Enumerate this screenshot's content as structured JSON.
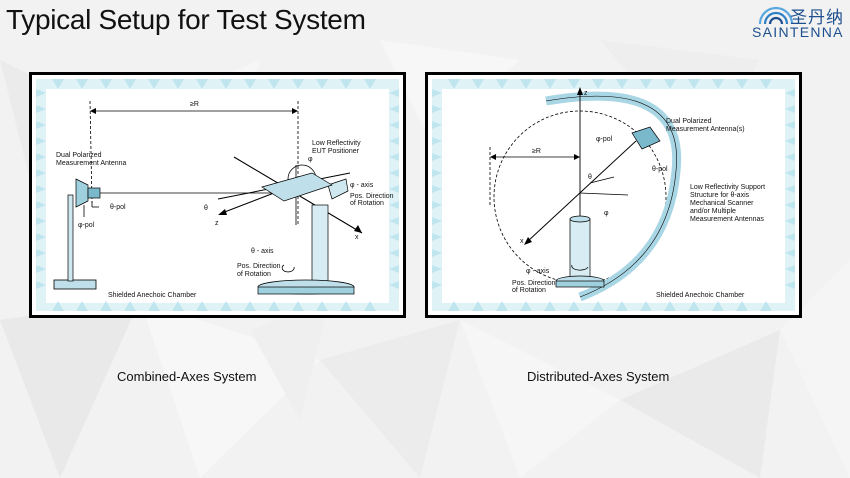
{
  "title": "Typical Setup for Test System",
  "logo": {
    "chinese": "圣丹纳",
    "english": "SAINTENNA",
    "brand_color": "#1e4f8e"
  },
  "left_diagram": {
    "caption": "Combined-Axes System",
    "labels": {
      "distance": "≥R",
      "antenna": [
        "Dual Polarized",
        "Measurement Antenna"
      ],
      "positioner": [
        "Low Reflectivity",
        "EUT Positioner"
      ],
      "theta_pol": "θ-pol",
      "phi_pol": "φ-pol",
      "phi": "φ",
      "theta": "θ",
      "z": "z",
      "x": "x",
      "phi_axis": "φ - axis",
      "phi_rotation": [
        "Pos. Direction",
        "of Rotation"
      ],
      "theta_axis": "θ - axis",
      "theta_rotation": [
        "Pos. Direction",
        "of Rotation"
      ],
      "chamber": "Shielded Anechoic Chamber"
    }
  },
  "right_diagram": {
    "caption": "Distributed-Axes System",
    "labels": {
      "z": "z",
      "distance": "≥R",
      "phi_pol": "φ-pol",
      "theta_pol": "θ-pol",
      "theta": "θ",
      "phi": "φ",
      "x": "x",
      "antennas": [
        "Dual Polarized",
        "Measurement Antenna(s)"
      ],
      "support": [
        "Low Reflectivity Support",
        "Structure for θ-axis",
        "Mechanical Scanner",
        "and/or Multiple",
        "Measurement Antennas"
      ],
      "phi_axis": "φ - axis",
      "rotation": [
        "Pos. Direction",
        "of Rotation"
      ],
      "chamber": "Shielded Anechoic Chamber"
    }
  }
}
